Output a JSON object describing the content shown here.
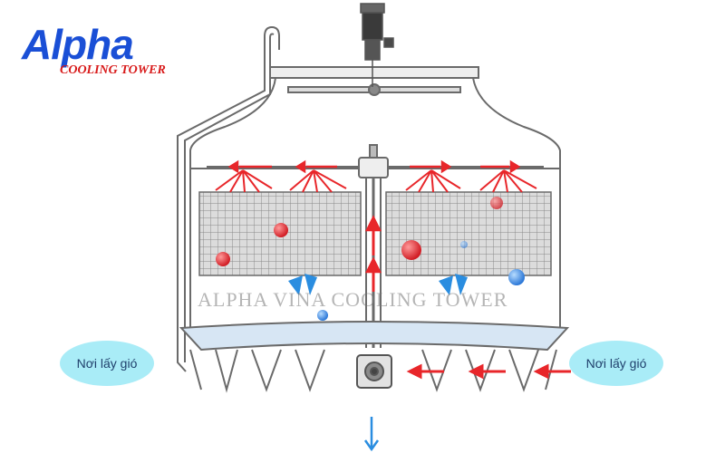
{
  "brand": {
    "name": "Alpha",
    "tagline": "COOLING TOWER"
  },
  "watermark": "ALPHA VINA COOLING TOWER",
  "labels": {
    "air_inlet_left": "Nơi lấy gió",
    "air_inlet_right": "Nơi lấy gió"
  },
  "colors": {
    "brand_blue": "#1a4fd6",
    "brand_red": "#d81a1a",
    "hot_water_arrow": "#e8262a",
    "cold_air_arrow": "#2a8de0",
    "bubble_fill": "#a9ecf7",
    "outline": "#6a6a6a",
    "basin_water": "#d7e6f4"
  },
  "icons": {
    "fan_motor": "motor-icon",
    "sprinkler": "sprinkler-icon",
    "pump": "pump-icon",
    "hot_droplet": "red-droplet-icon",
    "cold_droplet": "blue-droplet-icon"
  }
}
